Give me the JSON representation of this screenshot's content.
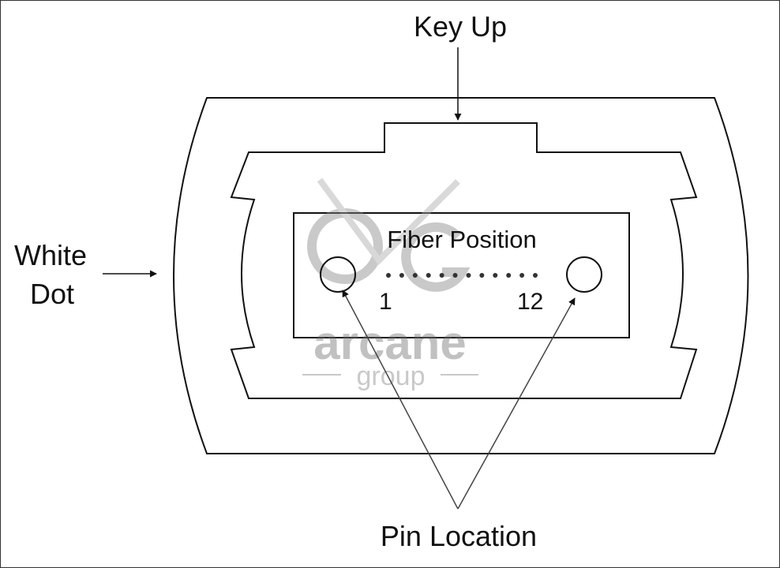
{
  "labels": {
    "key_up": "Key Up",
    "white_dot_line1": "White",
    "white_dot_line2": "Dot",
    "fiber_position": "Fiber Position",
    "fiber_first": "1",
    "fiber_last": "12",
    "pin_location": "Pin Location"
  },
  "fiber_count": 12,
  "watermark": {
    "line1": "arcane",
    "line2": "group"
  },
  "colors": {
    "stroke": "#111111",
    "watermark": "#9a9a9a"
  }
}
